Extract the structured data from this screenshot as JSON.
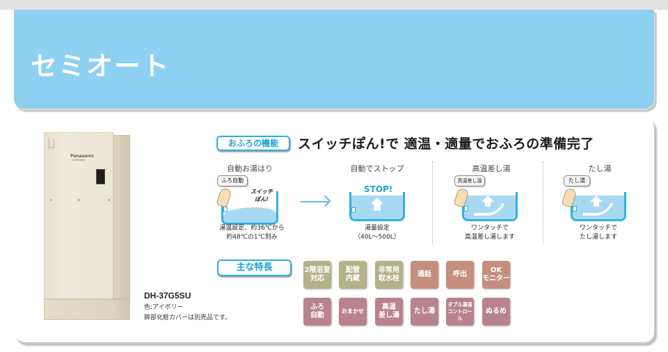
{
  "banner": {
    "title": "セミオート",
    "color": "#8dd0f2"
  },
  "product": {
    "brand": "Panasonic",
    "model": "DH-37G5SU",
    "color_line": "色:アイボリー",
    "note": "脚部化粧カバーは別売品です。"
  },
  "bath_function": {
    "chip_label": "おふろの機能",
    "headline": "スイッチぽん!で 適温・適量でおふろの準備完了",
    "steps": [
      {
        "title": "自動お湯はり",
        "button_label": "ふろ自動",
        "callout": "スイッチ\nぽん!",
        "caption": "湯温設定、約36℃から\n約48℃の1℃刻み"
      },
      {
        "title": "自動でストップ",
        "stop_label": "STOP!",
        "caption": "湯量設定\n（40L～500L）"
      },
      {
        "title": "高温差し湯",
        "button_label": "高温差し湯",
        "caption": "ワンタッチで\n高温差し湯します"
      },
      {
        "title": "たし湯",
        "button_label": "たし湯",
        "caption": "ワンタッチで\nたし湯します"
      }
    ]
  },
  "features": {
    "chip_label": "主な特長",
    "row1": [
      {
        "label": "2階浴室\n対応",
        "color": "#b4b289"
      },
      {
        "label": "配管\n内蔵",
        "color": "#b4b289"
      },
      {
        "label": "非常用\n取水栓",
        "color": "#b4b289"
      },
      {
        "label": "通話",
        "color": "#c58e7f"
      },
      {
        "label": "呼出",
        "color": "#c58e7f"
      },
      {
        "label": "OK\nモニター",
        "color": "#c58e7f"
      }
    ],
    "row2": [
      {
        "label": "ふろ\n自動",
        "color": "#b9838e"
      },
      {
        "label": "おまかせ",
        "color": "#b9838e"
      },
      {
        "label": "高温\n差し湯",
        "color": "#b9838e"
      },
      {
        "label": "たし湯",
        "color": "#b9838e"
      },
      {
        "label": "ダブル湯温\nコントロール",
        "color": "#b9838e"
      },
      {
        "label": "ぬるめ",
        "color": "#b9838e"
      }
    ]
  },
  "colors": {
    "accent_blue": "#2aaedf",
    "water": "#a8d9f3",
    "tile_olive": "#b4b289",
    "tile_rust": "#c58e7f",
    "tile_mauve": "#b9838e"
  }
}
